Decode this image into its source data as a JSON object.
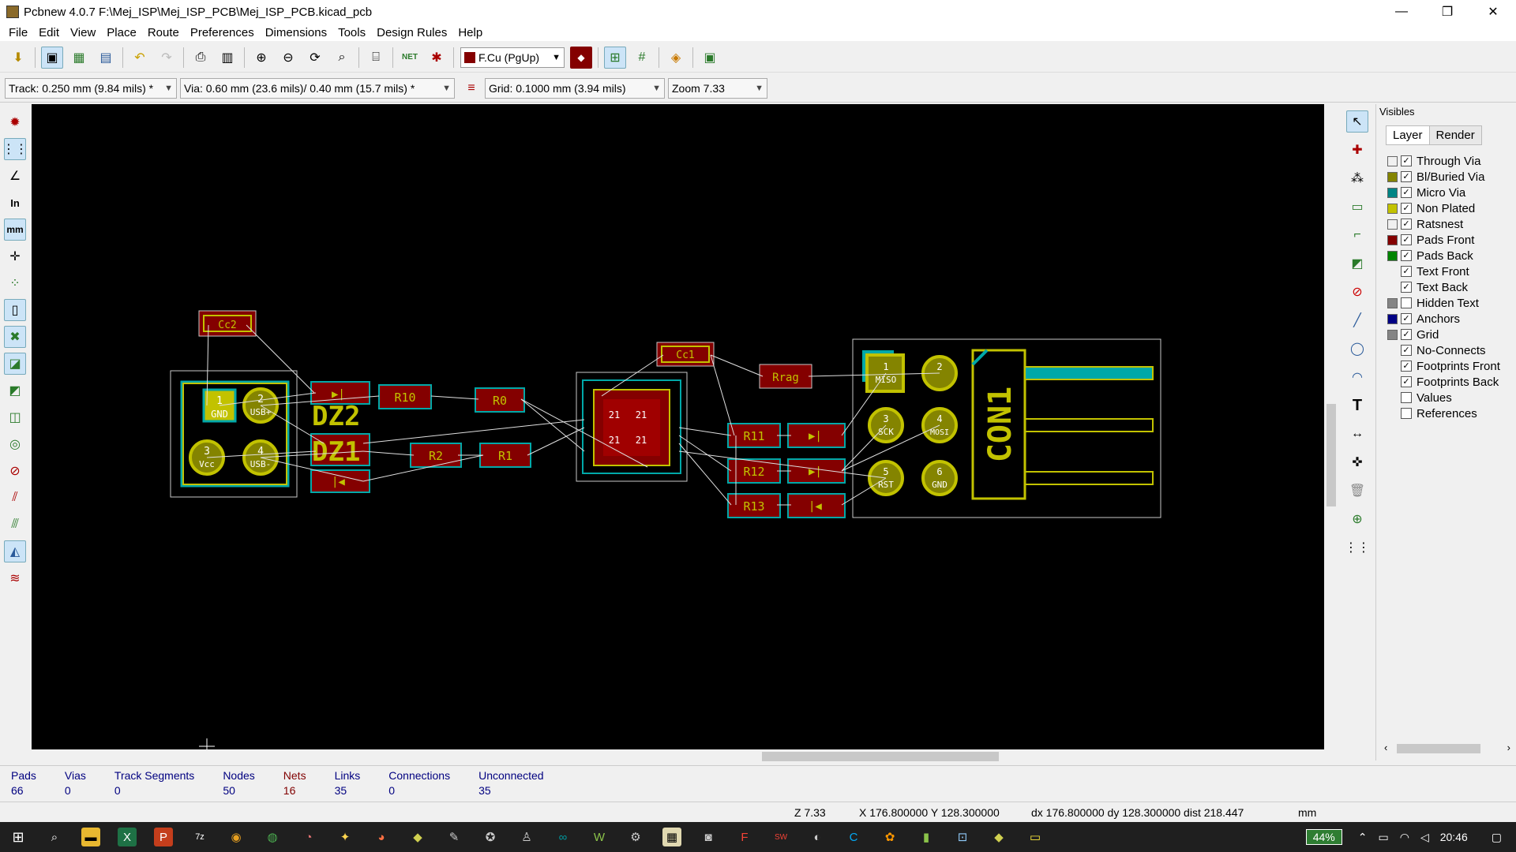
{
  "window": {
    "title": "Pcbnew 4.0.7 F:\\Mej_ISP\\Mej_ISP_PCB\\Mej_ISP_PCB.kicad_pcb",
    "minimize": "—",
    "maximize": "❐",
    "close": "✕"
  },
  "menu": [
    "File",
    "Edit",
    "View",
    "Place",
    "Route",
    "Preferences",
    "Dimensions",
    "Tools",
    "Design Rules",
    "Help"
  ],
  "toolbar": {
    "layer": "F.Cu (PgUp)",
    "layer_color": "#840000"
  },
  "toolbar2": {
    "track": "Track: 0.250 mm (9.84 mils) *",
    "via": "Via: 0.60 mm (23.6 mils)/ 0.40 mm (15.7 mils) *",
    "grid": "Grid: 0.1000 mm (3.94 mils)",
    "zoom": "Zoom 7.33"
  },
  "visibles": {
    "header": "Visibles",
    "tabs": [
      "Layer",
      "Render"
    ],
    "items": [
      {
        "label": "Through Via",
        "color": "#f0f0f0",
        "checked": true
      },
      {
        "label": "Bl/Buried Via",
        "color": "#848400",
        "checked": true
      },
      {
        "label": "Micro Via",
        "color": "#008484",
        "checked": true
      },
      {
        "label": "Non Plated",
        "color": "#c2c200",
        "checked": true
      },
      {
        "label": "Ratsnest",
        "color": "#f0f0f0",
        "checked": true
      },
      {
        "label": "Pads Front",
        "color": "#840000",
        "checked": true
      },
      {
        "label": "Pads Back",
        "color": "#008400",
        "checked": true
      },
      {
        "label": "Text Front",
        "color": "",
        "checked": true
      },
      {
        "label": "Text Back",
        "color": "",
        "checked": true
      },
      {
        "label": "Hidden Text",
        "color": "#848484",
        "checked": false
      },
      {
        "label": "Anchors",
        "color": "#000084",
        "checked": true
      },
      {
        "label": "Grid",
        "color": "#848484",
        "checked": true
      },
      {
        "label": "No-Connects",
        "color": "",
        "checked": true
      },
      {
        "label": "Footprints Front",
        "color": "",
        "checked": true
      },
      {
        "label": "Footprints Back",
        "color": "",
        "checked": true
      },
      {
        "label": "Values",
        "color": "",
        "checked": false
      },
      {
        "label": "References",
        "color": "",
        "checked": false
      }
    ]
  },
  "status": {
    "columns": [
      {
        "label": "Pads",
        "value": "66",
        "color": "#000080"
      },
      {
        "label": "Vias",
        "value": "0",
        "color": "#000080"
      },
      {
        "label": "Track Segments",
        "value": "0",
        "color": "#000080"
      },
      {
        "label": "Nodes",
        "value": "50",
        "color": "#000080"
      },
      {
        "label": "Nets",
        "value": "16",
        "color": "#800000"
      },
      {
        "label": "Links",
        "value": "35",
        "color": "#000080"
      },
      {
        "label": "Connections",
        "value": "0",
        "color": "#000080"
      },
      {
        "label": "Unconnected",
        "value": "35",
        "color": "#000080"
      }
    ]
  },
  "coords": {
    "zoom": "Z 7.33",
    "xy": "X 176.800000  Y 128.300000",
    "delta": "dx 176.800000  dy 128.300000  dist 218.447",
    "units": "mm"
  },
  "pcb": {
    "refs": {
      "cc2": "Cc2",
      "cc1": "Cc1",
      "r10": "R10",
      "r0": "R0",
      "r2": "R2",
      "r1": "R1",
      "dz2": "DZ2",
      "dz1": "DZ1",
      "r11": "R11",
      "r12": "R12",
      "r13": "R13",
      "rrag": "Rrag",
      "con1": "CON1",
      "u21a": "21",
      "u21b": "21",
      "u21c": "21",
      "u21d": "21"
    },
    "usb_pins": [
      {
        "num": "1",
        "name": "GND"
      },
      {
        "num": "2",
        "name": "USB+"
      },
      {
        "num": "3",
        "name": "Vcc"
      },
      {
        "num": "4",
        "name": "USB-"
      }
    ],
    "isp_pins": [
      {
        "num": "1",
        "name": "MISO"
      },
      {
        "num": "2",
        "name": ""
      },
      {
        "num": "3",
        "name": "SCK"
      },
      {
        "num": "4",
        "name": "MOSI"
      },
      {
        "num": "5",
        "name": "RST"
      },
      {
        "num": "6",
        "name": "GND"
      }
    ]
  },
  "taskbar": {
    "battery": "44%",
    "time": "20:46"
  }
}
